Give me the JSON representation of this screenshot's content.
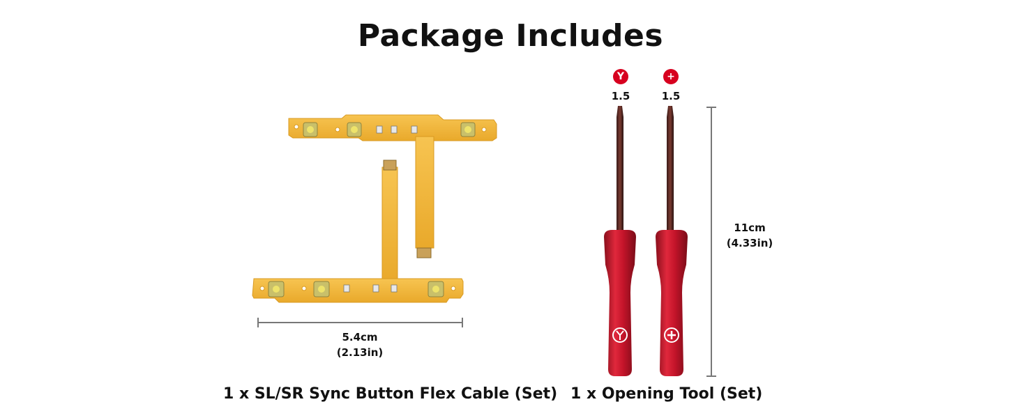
{
  "title": "Package Includes",
  "left_item": {
    "caption": "1 x SL/SR Sync Button Flex Cable (Set)",
    "width_cm": "5.4cm",
    "width_in": "(2.13in)"
  },
  "right_item": {
    "caption": "1 x Opening Tool (Set)",
    "height_cm": "11cm",
    "height_in": "(4.33in)",
    "tools": [
      {
        "symbol": "Y",
        "size": "1.5",
        "icon": "tri-wing-icon"
      },
      {
        "symbol": "+",
        "size": "1.5",
        "icon": "phillips-icon"
      }
    ]
  },
  "colors": {
    "flex_cable": "#f2b43a",
    "handle": "#c4142a",
    "badge": "#d7001f"
  }
}
